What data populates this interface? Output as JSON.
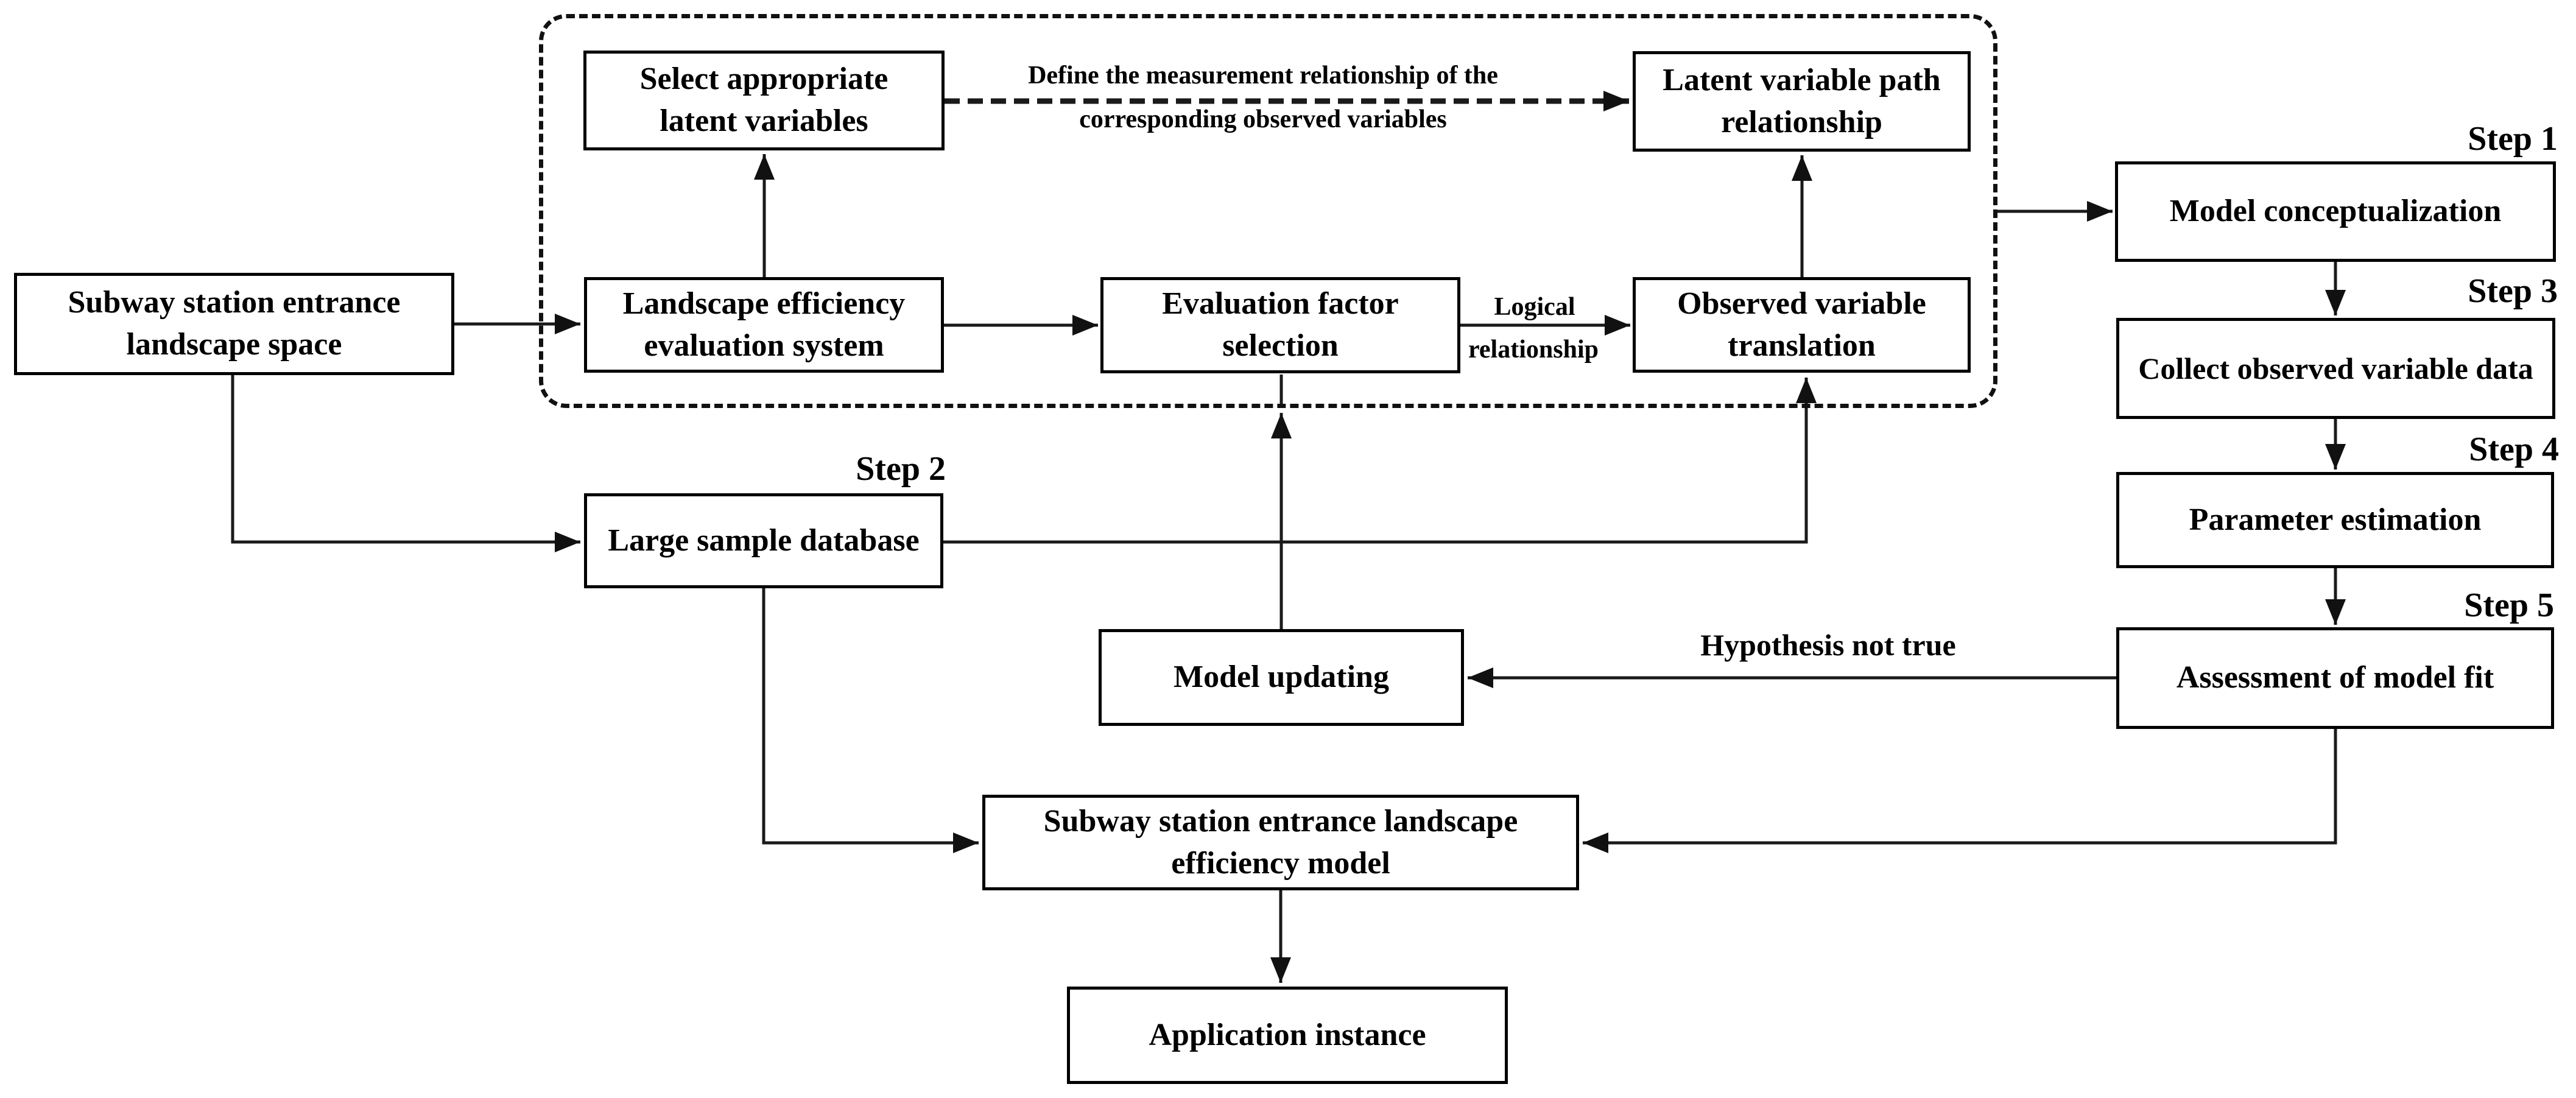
{
  "diagram": {
    "nodes": {
      "subway_space": "Subway station entrance landscape space",
      "select_latent": "Select appropriate latent variables",
      "latent_path": "Latent variable path relationship",
      "landscape_eval": "Landscape efficiency evaluation system",
      "eval_factor": "Evaluation factor selection",
      "observed_translation": "Observed variable translation",
      "large_sample": "Large sample database",
      "model_updating": "Model updating",
      "model_concept": "Model conceptualization",
      "collect_data": "Collect observed variable data",
      "param_est": "Parameter estimation",
      "assessment": "Assessment of model fit",
      "efficiency_model": "Subway station entrance landscape efficiency model",
      "application": "Application instance"
    },
    "steps": {
      "step1": "Step 1",
      "step2": "Step 2",
      "step3": "Step 3",
      "step4": "Step 4",
      "step5": "Step 5"
    },
    "edge_labels": {
      "define_measurement_line1": "Define the measurement relationship of the",
      "define_measurement_line2": "corresponding observed variables",
      "logical_line1": "Logical",
      "logical_line2": "relationship",
      "hypothesis_not_true": "Hypothesis not true"
    },
    "colors": {
      "line": "#1a1a1a",
      "box_border": "#000000",
      "background": "#ffffff",
      "text": "#000000"
    }
  }
}
